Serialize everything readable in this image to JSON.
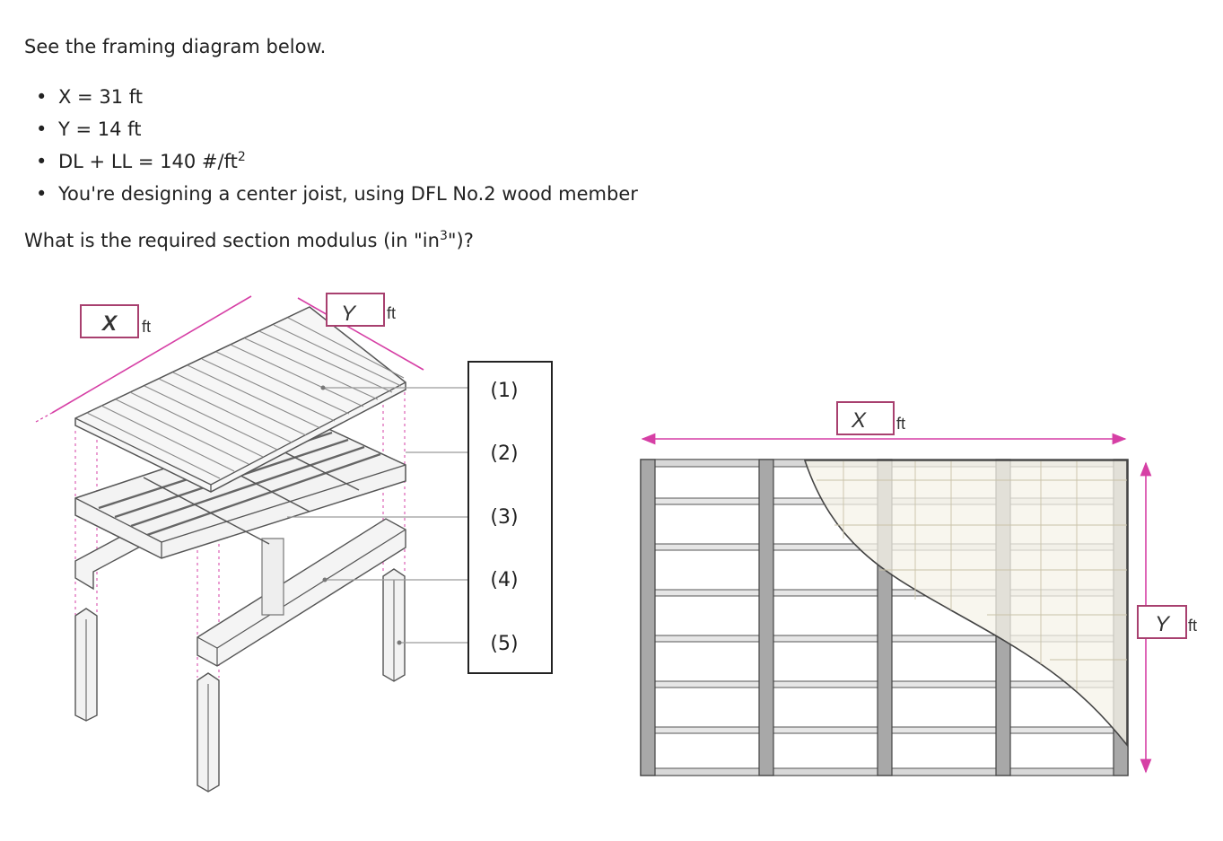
{
  "intro": "See the framing diagram below.",
  "bullets": {
    "x": "X = 31 ft",
    "y": "Y = 14 ft",
    "load": "DL + LL = 140 #/ft",
    "load_sup": "2",
    "design": "You're designing a center joist, using DFL No.2 wood member"
  },
  "question": {
    "before": "What is the required section modulus (in \"in",
    "sup": "3",
    "after": "\")?"
  },
  "diagram": {
    "dim_x": "X",
    "dim_y": "Y",
    "unit": "ft",
    "legend": [
      "(1)",
      "(2)",
      "(3)",
      "(4)",
      "(5)"
    ],
    "colors": {
      "dimension": "#d63fa5",
      "box_border": "#a8406f",
      "frame": "#888888"
    }
  }
}
